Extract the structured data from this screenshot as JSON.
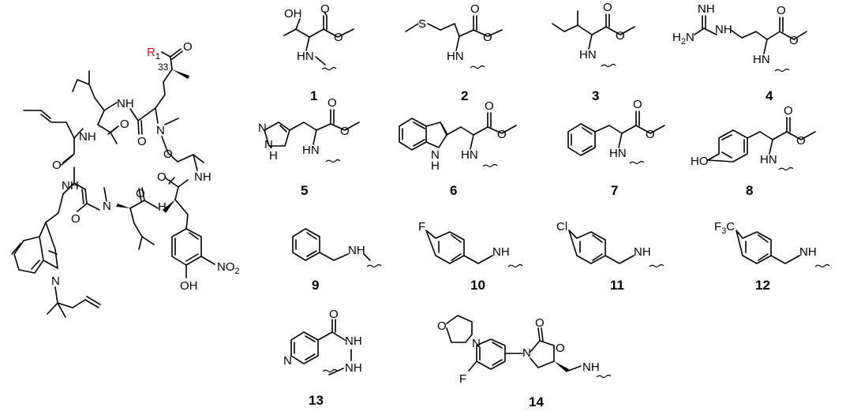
{
  "figure": {
    "r_group_label": "R",
    "r_group_subscript": "1",
    "r_group_color": "#e01010",
    "position_label": "33",
    "nitro_label": "NO",
    "nitro_subscript": "2",
    "hydroxyl_label": "OH"
  },
  "atoms": {
    "O": "O",
    "N": "N",
    "NH": "NH",
    "HN": "HN",
    "H": "H",
    "OH": "OH",
    "HO": "HO",
    "S": "S",
    "F": "F",
    "Cl": "Cl",
    "NH_imine": "NH",
    "H2N": "H",
    "H2N_sub": "2",
    "H2N_N": "N",
    "F3C": "F",
    "F3C_sub": "3",
    "F3C_C": "C"
  },
  "compounds": [
    {
      "id": "1"
    },
    {
      "id": "2"
    },
    {
      "id": "3"
    },
    {
      "id": "4"
    },
    {
      "id": "5"
    },
    {
      "id": "6"
    },
    {
      "id": "7"
    },
    {
      "id": "8"
    },
    {
      "id": "9"
    },
    {
      "id": "10"
    },
    {
      "id": "11"
    },
    {
      "id": "12"
    },
    {
      "id": "13"
    },
    {
      "id": "14"
    }
  ]
}
